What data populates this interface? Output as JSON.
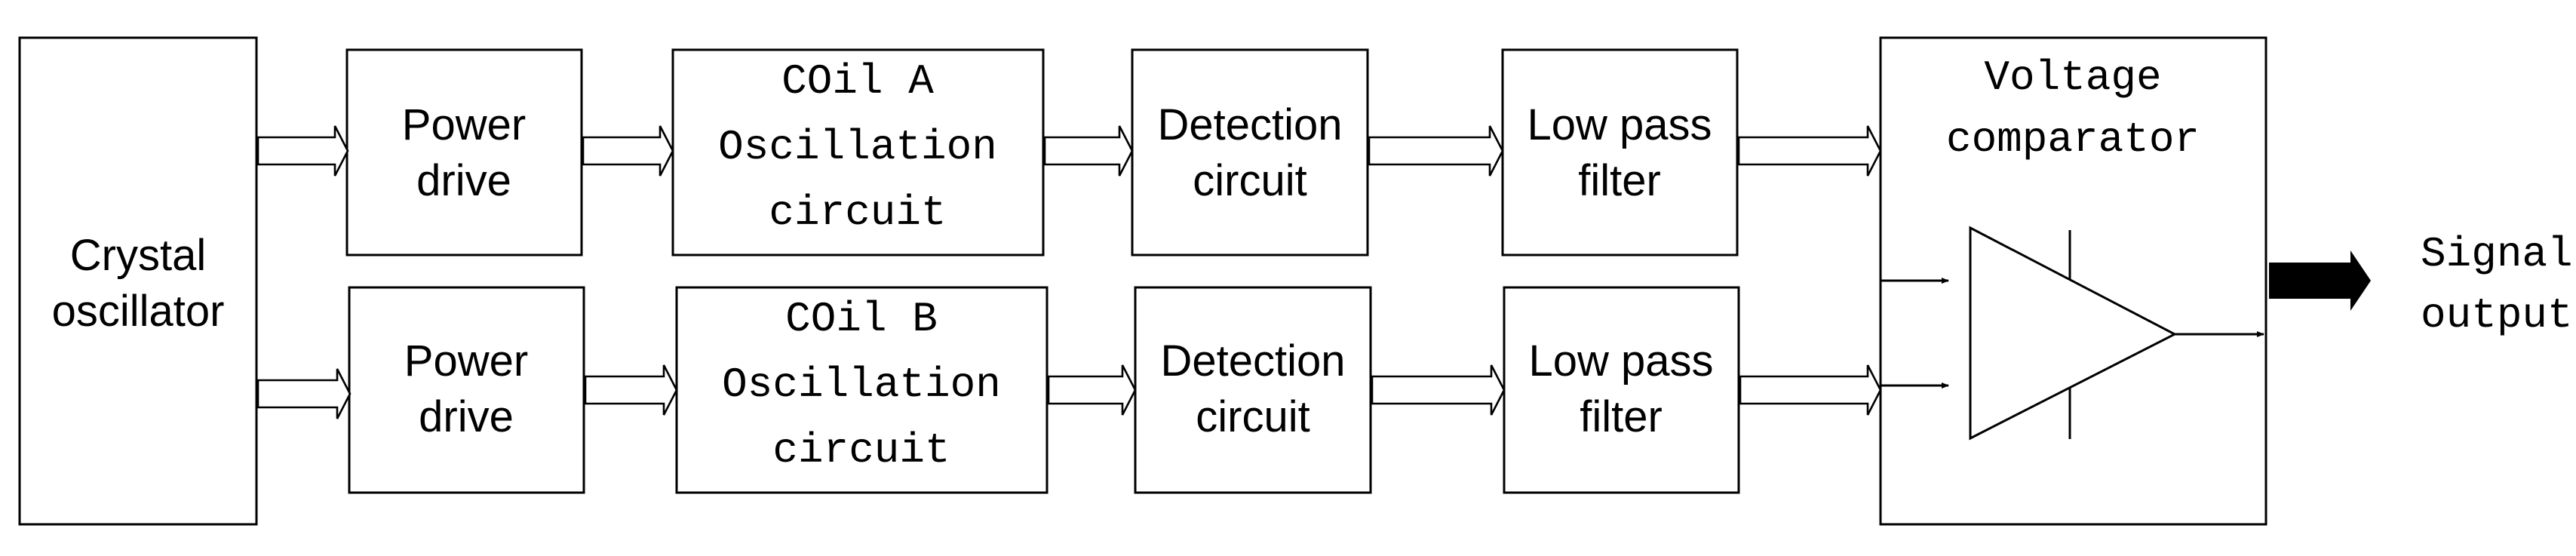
{
  "blocks": {
    "crystal": {
      "line1": "Crystal",
      "line2": "oscillator"
    },
    "top": {
      "power": {
        "line1": "Power",
        "line2": "drive"
      },
      "coil": {
        "line1": "COil A",
        "line2": "Oscillation",
        "line3": "circuit"
      },
      "detection": {
        "line1": "Detection",
        "line2": "circuit"
      },
      "filter": {
        "line1": "Low pass",
        "line2": "filter"
      }
    },
    "bottom": {
      "power": {
        "line1": "Power",
        "line2": "drive"
      },
      "coil": {
        "line1": "COil B",
        "line2": "Oscillation",
        "line3": "circuit"
      },
      "detection": {
        "line1": "Detection",
        "line2": "circuit"
      },
      "filter": {
        "line1": "Low pass",
        "line2": "filter"
      }
    },
    "comparator": {
      "line1": "Voltage",
      "line2": "comparator"
    }
  },
  "output": {
    "line1": "Signal",
    "line2": "output"
  }
}
